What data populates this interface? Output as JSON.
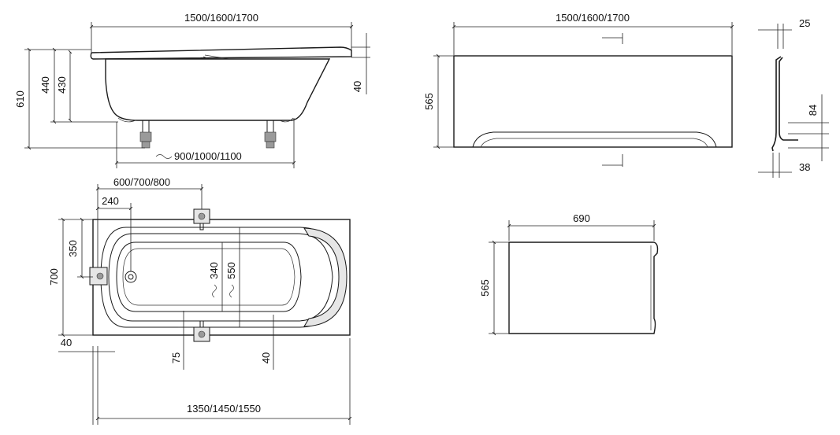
{
  "side_view": {
    "length_label": "1500/1600/1700",
    "height_total": "610",
    "height_rim": "440",
    "height_inner": "430",
    "rim_label": "40",
    "legs_label": "900/1000/1100"
  },
  "front_panel": {
    "length_label": "1500/1600/1700",
    "height_label": "565"
  },
  "panel_profile": {
    "top_label": "25",
    "side_label": "84",
    "bottom_label": "38"
  },
  "top_view": {
    "offset_label": "600/700/800",
    "drain_offset_label": "240",
    "half_width_label": "350",
    "width_label": "700",
    "inner_width_label": "340",
    "inner_width2_label": "550",
    "edge_left_label": "40",
    "bracket_label": "75",
    "bracket_right_label": "40",
    "length_label": "1350/1450/1550"
  },
  "end_panel": {
    "width_label": "690",
    "height_label": "565"
  }
}
